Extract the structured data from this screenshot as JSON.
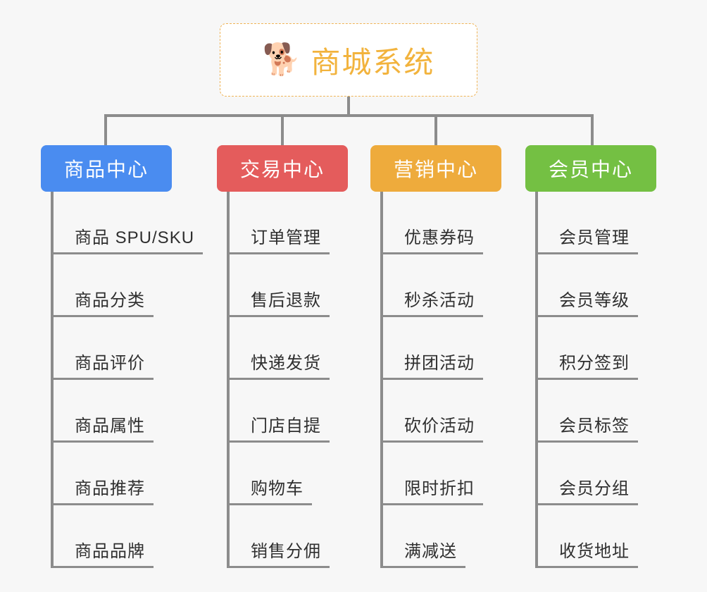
{
  "diagram": {
    "background_color": "#f7f7f7",
    "line_color": "#8c8c8c",
    "root": {
      "title": "商城系统",
      "emoji": "🐕",
      "emoji_name": "shiba-inu-dog-face",
      "text_color": "#f2b33d",
      "border_color": "#efb355",
      "fill_color": "#ffffff"
    },
    "categories": [
      {
        "label": "商品中心",
        "color": "#4a8cf0",
        "items": [
          "商品 SPU/SKU",
          "商品分类",
          "商品评价",
          "商品属性",
          "商品推荐",
          "商品品牌"
        ]
      },
      {
        "label": "交易中心",
        "color": "#e45c5c",
        "items": [
          "订单管理",
          "售后退款",
          "快递发货",
          "门店自提",
          "购物车",
          "销售分佣"
        ]
      },
      {
        "label": "营销中心",
        "color": "#eeab3c",
        "items": [
          "优惠券码",
          "秒杀活动",
          "拼团活动",
          "砍价活动",
          "限时折扣",
          "满减送"
        ]
      },
      {
        "label": "会员中心",
        "color": "#74c043",
        "items": [
          "会员管理",
          "会员等级",
          "积分签到",
          "会员标签",
          "会员分组",
          "收货地址"
        ]
      }
    ]
  }
}
